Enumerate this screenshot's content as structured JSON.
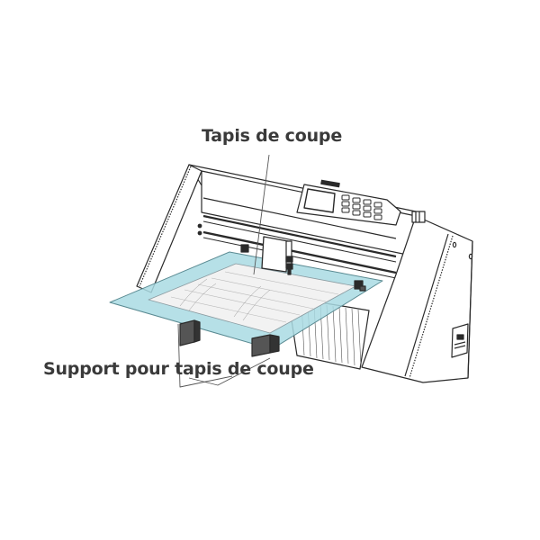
{
  "diagram": {
    "subject": "Cutting plotter with cutting mat and mat support",
    "labels": {
      "cutting_mat": "Tapis de coupe",
      "mat_support": "Support pour tapis de coupe"
    },
    "colors": {
      "line": "#2a2a2a",
      "label_text": "#3a3a3a",
      "mat_fill": "#a9dbe3",
      "support_fill": "#555555",
      "background": "#ffffff"
    },
    "components": [
      {
        "name": "machine-body"
      },
      {
        "name": "control-panel"
      },
      {
        "name": "cutter-carriage"
      },
      {
        "name": "cutting-mat"
      },
      {
        "name": "mat-support"
      },
      {
        "name": "side-panel"
      },
      {
        "name": "power-switch"
      }
    ]
  }
}
